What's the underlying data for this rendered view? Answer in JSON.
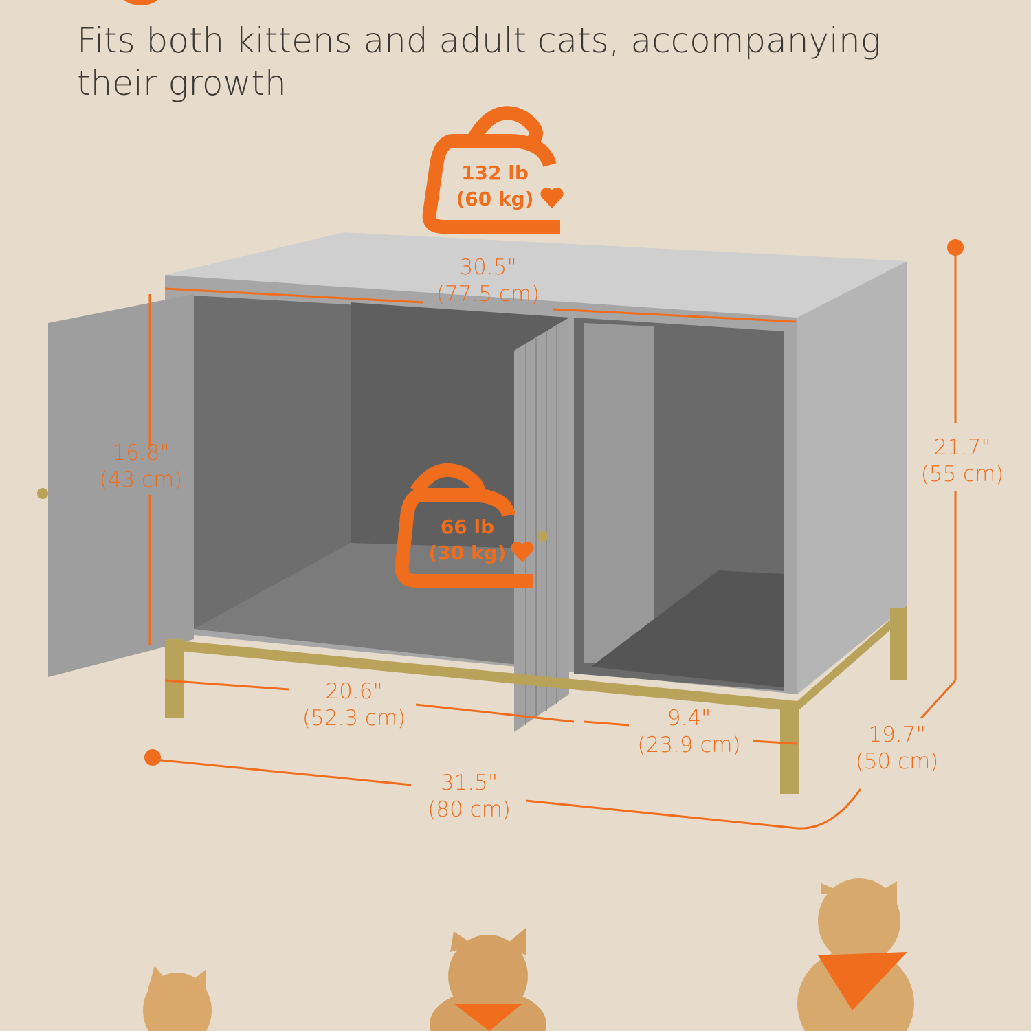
{
  "headline": "Fits both kittens and adult cats, accompanying their growth",
  "colors": {
    "accent": "#ef6d1c",
    "background": "#e7dccb",
    "cabinet": "#a9a9a9",
    "legs": "#b9a25a"
  },
  "weight_badges": [
    {
      "icon": "padlock-weight-icon",
      "lb": "132 lb",
      "kg": "(60 kg)"
    },
    {
      "icon": "padlock-weight-icon",
      "lb": "66 lb",
      "kg": "(30 kg)"
    }
  ],
  "dimensions": {
    "top_width": {
      "in": "30.5\"",
      "cm": "(77.5 cm)"
    },
    "door_height": {
      "in": "16.8\"",
      "cm": "(43 cm)"
    },
    "total_height": {
      "in": "21.7\"",
      "cm": "(55 cm)"
    },
    "left_compartment": {
      "in": "20.6\"",
      "cm": "(52.3 cm)"
    },
    "right_compartment": {
      "in": "9.4\"",
      "cm": "(23.9 cm)"
    },
    "depth": {
      "in": "19.7\"",
      "cm": "(50 cm)"
    },
    "total_width": {
      "in": "31.5\"",
      "cm": "(80 cm)"
    }
  }
}
